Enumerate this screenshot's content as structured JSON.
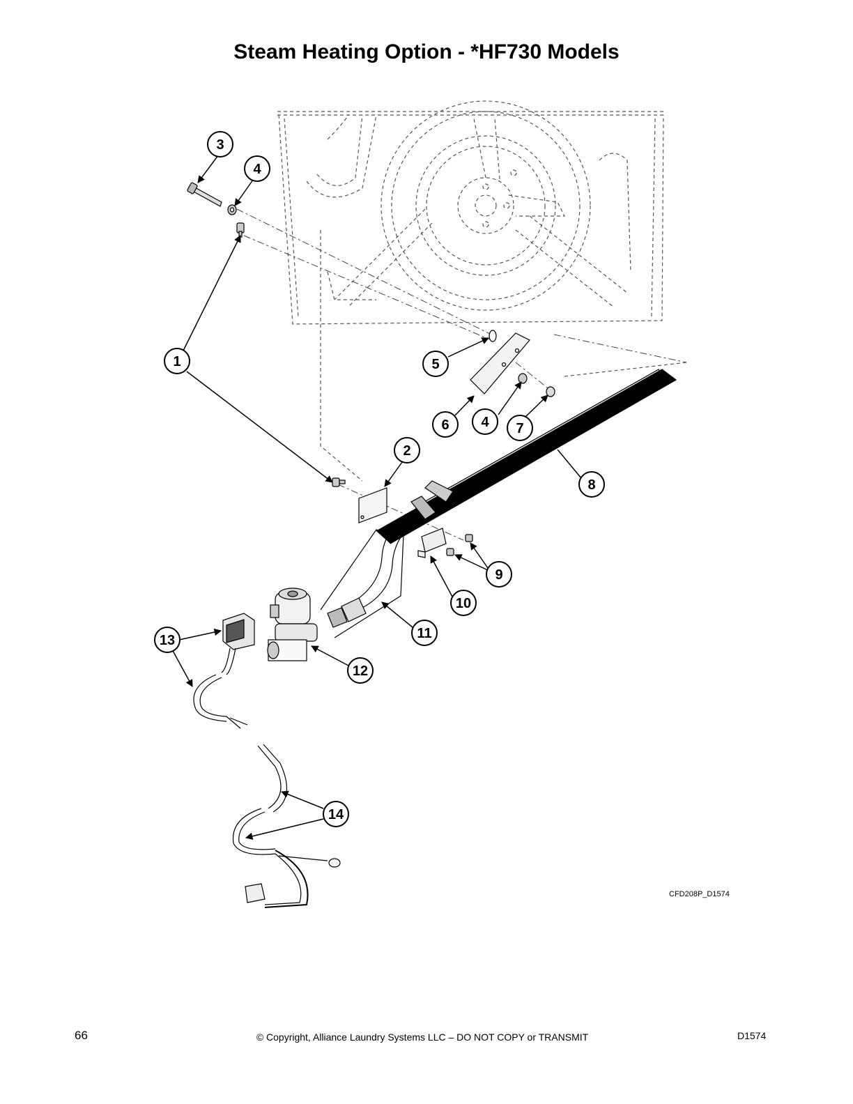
{
  "page": {
    "title": "Steam Heating Option - *HF730 Models",
    "drawing_code": "CFD208P_D1574",
    "page_number": "66",
    "copyright": "© Copyright, Alliance Laundry Systems LLC – DO NOT COPY or TRANSMIT",
    "doc_id": "D1574"
  },
  "callouts": [
    {
      "id": "c1",
      "label": "1"
    },
    {
      "id": "c2",
      "label": "2"
    },
    {
      "id": "c3",
      "label": "3"
    },
    {
      "id": "c4a",
      "label": "4"
    },
    {
      "id": "c4b",
      "label": "4"
    },
    {
      "id": "c5",
      "label": "5"
    },
    {
      "id": "c6",
      "label": "6"
    },
    {
      "id": "c7",
      "label": "7"
    },
    {
      "id": "c8",
      "label": "8"
    },
    {
      "id": "c9",
      "label": "9"
    },
    {
      "id": "c10",
      "label": "10"
    },
    {
      "id": "c11",
      "label": "11"
    },
    {
      "id": "c12",
      "label": "12"
    },
    {
      "id": "c13",
      "label": "13"
    },
    {
      "id": "c14",
      "label": "14"
    }
  ]
}
